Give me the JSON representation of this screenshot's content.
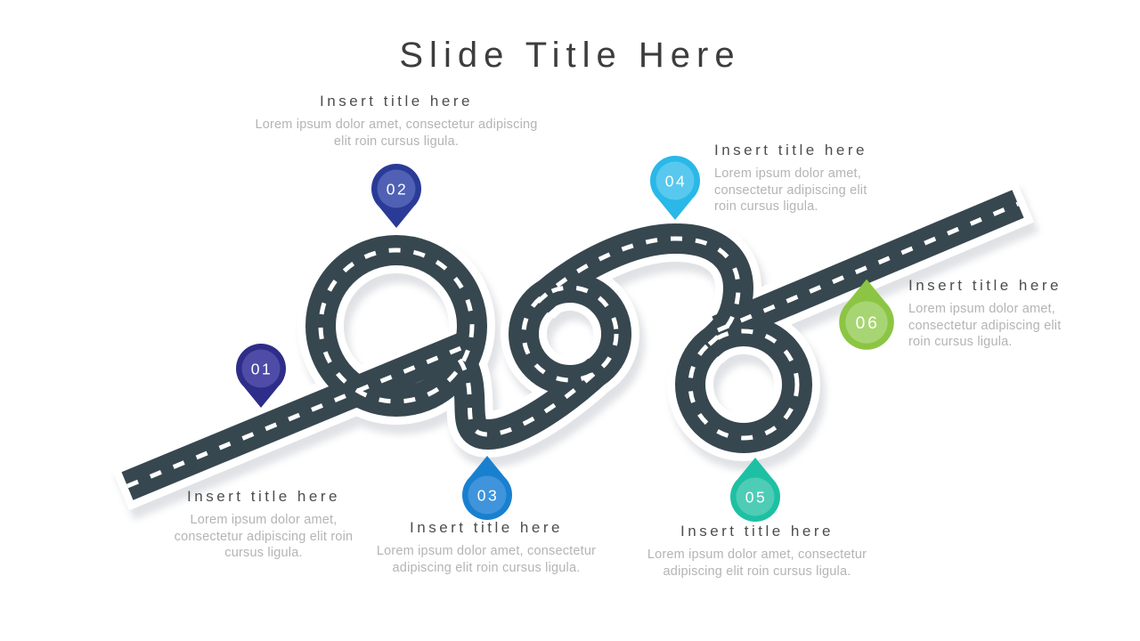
{
  "header": {
    "title": "Slide Title Here"
  },
  "road": {
    "color": "#37474f",
    "casing_color": "#ffffff",
    "dash_color": "#ffffff",
    "shadow_color": "#c7cad0"
  },
  "pin_style": {
    "number_color": "#ffffff"
  },
  "milestones": [
    {
      "number": "01",
      "direction": "down",
      "color_outer": "#2e2d89",
      "color_inner": "#4e4ca6",
      "title": "Insert title here",
      "body": "Lorem ipsum dolor amet, consectetur adipiscing elit roin cursus ligula."
    },
    {
      "number": "02",
      "direction": "down",
      "color_outer": "#2a3b97",
      "color_inner": "#5061b5",
      "title": "Insert title here",
      "body": "Lorem ipsum dolor amet, consectetur adipiscing elit roin cursus ligula."
    },
    {
      "number": "03",
      "direction": "up",
      "color_outer": "#1980d0",
      "color_inner": "#3f94db",
      "title": "Insert title here",
      "body": "Lorem ipsum dolor amet, consectetur adipiscing elit roin cursus ligula."
    },
    {
      "number": "04",
      "direction": "down",
      "color_outer": "#29b8e8",
      "color_inner": "#58c8ef",
      "title": "Insert title here",
      "body": "Lorem ipsum dolor amet, consectetur adipiscing elit roin cursus ligula."
    },
    {
      "number": "05",
      "direction": "up",
      "color_outer": "#1ec0a3",
      "color_inner": "#4fccb6",
      "title": "Insert title here",
      "body": "Lorem ipsum dolor amet, consectetur adipiscing elit roin cursus ligula."
    },
    {
      "number": "06",
      "direction": "up",
      "color_outer": "#8cc544",
      "color_inner": "#a8d573",
      "title": "Insert title here",
      "body": "Lorem ipsum dolor amet, consectetur adipiscing elit roin cursus ligula."
    }
  ]
}
